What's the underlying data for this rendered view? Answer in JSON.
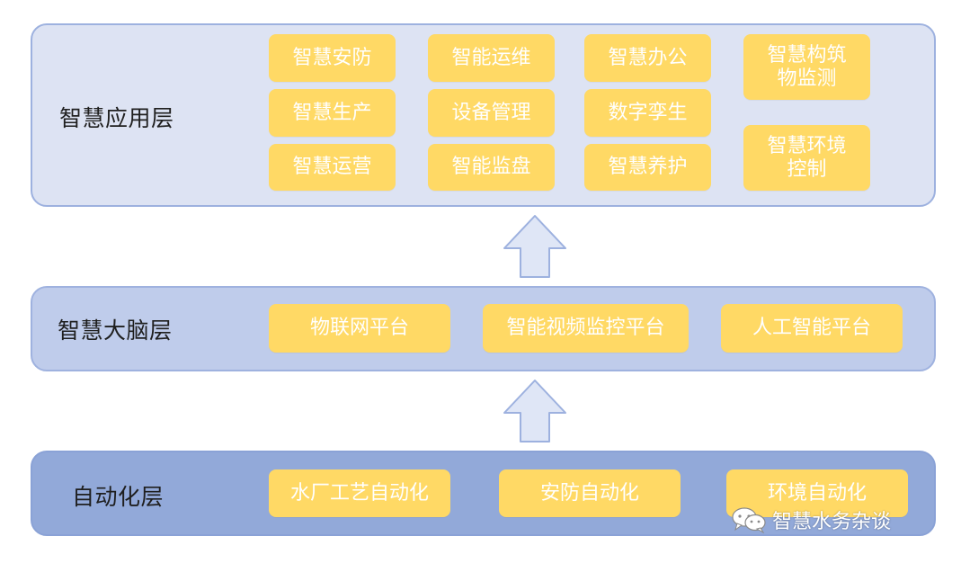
{
  "layers": {
    "application": {
      "label": "智慧应用层",
      "col1": [
        "智慧安防",
        "智慧生产",
        "智慧运营"
      ],
      "col2": [
        "智能运维",
        "设备管理",
        "智能监盘"
      ],
      "col3": [
        "智慧办公",
        "数字孪生",
        "智慧养护"
      ],
      "col4": [
        "智慧构筑\n物监测",
        "智慧环境\n控制"
      ]
    },
    "brain": {
      "label": "智慧大脑层",
      "items": [
        "物联网平台",
        "智能视频监控平台",
        "人工智能平台"
      ]
    },
    "automation": {
      "label": "自动化层",
      "items": [
        "水厂工艺自动化",
        "安防自动化",
        "环境自动化"
      ]
    }
  },
  "watermark": {
    "text": "智慧水务杂谈",
    "icon": "wechat-icon"
  },
  "colors": {
    "app_layer_bg": "#dde3f3",
    "brain_layer_bg": "#bfcceb",
    "auto_layer_bg": "#92a9d9",
    "box_fill": "#ffd965",
    "box_text": "#ffffff",
    "arrow_fill": "#dfe6f6",
    "arrow_stroke": "#9db1df"
  }
}
